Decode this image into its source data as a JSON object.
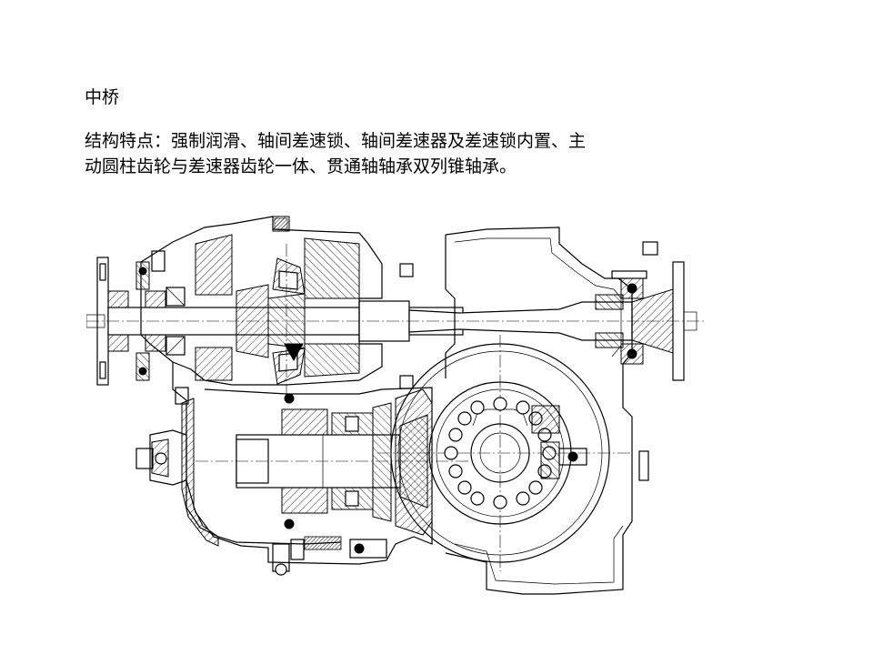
{
  "slide": {
    "title": "中桥",
    "description_lines": [
      "结构特点：强制润滑、轴间差速锁、轴间差速器及差速锁内置、主",
      "动圆柱齿轮与差速器齿轮一体、贯通轴轴承双列锥轴承。"
    ]
  },
  "figure": {
    "subject": "middle-axle-cross-section",
    "line_color": "#000000",
    "background": "#ffffff"
  }
}
